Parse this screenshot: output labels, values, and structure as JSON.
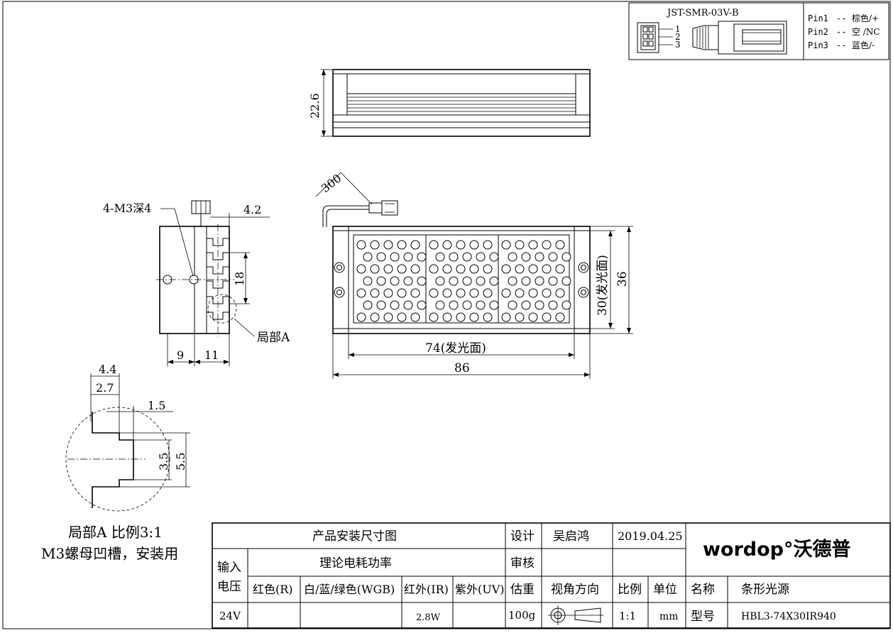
{
  "connector": {
    "model": "JST-SMR-03V-B",
    "pin_numbers": [
      "1",
      "2",
      "3"
    ],
    "pins": [
      {
        "label": "Pin1",
        "sep": "--",
        "value": "棕色/+"
      },
      {
        "label": "Pin2",
        "sep": "--",
        "value": "空 /NC"
      },
      {
        "label": "Pin3",
        "sep": "--",
        "value": "蓝色/-"
      }
    ]
  },
  "top_view": {
    "height_dim": "22.6"
  },
  "front_view": {
    "cable_dim": "300",
    "emit_width_dim": "74(发光面)",
    "total_width_dim": "86",
    "emit_height_dim": "30(发光面)",
    "total_height_dim": "36"
  },
  "side_view": {
    "thread_label": "4-M3深4",
    "top_dim": "4.2",
    "slot_pitch_dim": "18",
    "detail_callout": "局部A",
    "bottom_left_dim": "9",
    "bottom_right_dim": "11"
  },
  "detail_view": {
    "dims": [
      "4.4",
      "2.7",
      "1.5",
      "3.5",
      "5.5"
    ],
    "caption_line1": "局部A 比例3:1",
    "caption_line2": "M3螺母凹槽，安装用"
  },
  "title_block": {
    "drawing_title": "产品安装尺寸图",
    "design_label": "设计",
    "designer": "吴启鸿",
    "date": "2019.04.25",
    "brand_logo_text": "wordop°沃德普",
    "power_title": "理论电耗功率",
    "review_label": "审核",
    "input_voltage_label_1": "输入",
    "input_voltage_label_2": "电压",
    "col_red": "红色(R)",
    "col_wgb": "白/蓝/绿色(WGB)",
    "col_ir": "红外(IR)",
    "col_uv": "紫外(UV)",
    "weight_label": "估重",
    "view_dir_label": "视角方向",
    "scale_label": "比例",
    "unit_label": "单位",
    "name_label": "名称",
    "product_name": "条形光源",
    "voltage": "24V",
    "red_value": "",
    "wgb_value": "",
    "ir_value": "2.8W",
    "uv_value": "",
    "weight": "100g",
    "scale": "1:1",
    "unit": "mm",
    "model_label": "型号",
    "model": "HBL3-74X30IR940"
  }
}
